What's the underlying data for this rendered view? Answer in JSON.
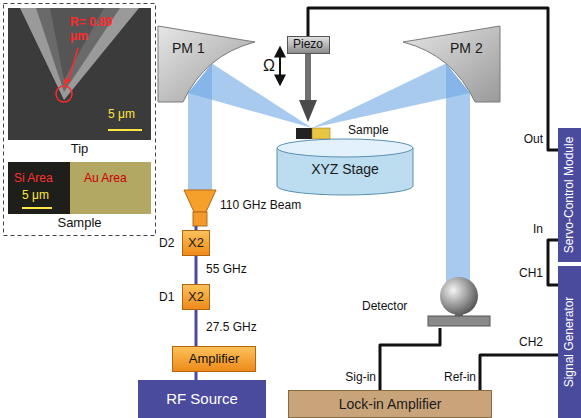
{
  "diagram": {
    "nodes": [
      {
        "text": [
          "R= 0.89 μm",
          "5 μm",
          "Tip"
        ]
      },
      {
        "text": [
          "Si Area",
          "Au Area",
          "5 μm",
          "Sample"
        ]
      },
      {
        "text": [
          "PM 1"
        ]
      },
      {
        "text": [
          "Piezo"
        ]
      },
      {
        "text": [
          "PM 2"
        ]
      },
      {
        "text": [
          "XYZ Stage"
        ]
      },
      {
        "text": [
          "D2",
          "X2"
        ]
      },
      {
        "text": [
          "D1",
          "X2"
        ]
      },
      {
        "text": [
          "Amplifier"
        ]
      },
      {
        "text": [
          "RF Source"
        ]
      },
      {
        "text": [
          "Detector"
        ]
      },
      {
        "text": [
          "Lock-in Amplifier"
        ]
      },
      {
        "text": [
          "Servo-Control Module"
        ]
      },
      {
        "text": [
          "Signal Generator"
        ]
      }
    ],
    "edges": [
      {
        "from": 9,
        "to": 8,
        "arrow": "none"
      },
      {
        "from": 8,
        "to": 7,
        "arrow": "none",
        "label": "27.5 GHz"
      },
      {
        "from": 7,
        "to": 6,
        "arrow": "none",
        "label": "55 GHz"
      },
      {
        "from": 12,
        "to": 3,
        "arrow": "none"
      },
      {
        "from": 13,
        "to": 12,
        "arrow": "none"
      },
      {
        "from": 13,
        "to": 11,
        "arrow": "none"
      },
      {
        "from": 10,
        "to": 11,
        "arrow": "none"
      }
    ],
    "labels": [
      "Ω",
      "Sample",
      "110 GHz Beam",
      "Out",
      "In",
      "CH1",
      "CH2",
      "Sig-in",
      "Ref-in"
    ]
  }
}
